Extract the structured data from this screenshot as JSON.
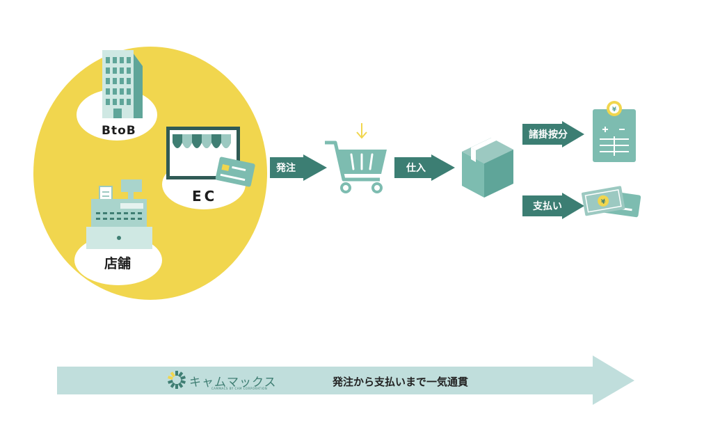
{
  "channels": {
    "btob": "BtoB",
    "ec": "EC",
    "store": "店舗"
  },
  "flow": {
    "order": "発注",
    "purchase": "仕入",
    "accounting": "諸掛按分",
    "payment": "支払い"
  },
  "icons": {
    "building": "building-icon",
    "ec": "laptop-storefront-icon",
    "card": "credit-card-icon",
    "register": "cash-register-icon",
    "cart": "shopping-cart-icon",
    "box": "package-box-icon",
    "calculator": "yen-calculation-sheet-icon",
    "money": "yen-banknote-card-icon"
  },
  "banner": {
    "brand": "キャムマックス",
    "brand_sub": "CAMMACS BY CAM CORPORATION",
    "tagline": "発注から支払いまで一気通貫"
  },
  "colors": {
    "yellow": "#F1D64E",
    "teal": "#7DBCB0",
    "dark_teal": "#3F7E73",
    "arrow": "#3C7E73",
    "banner": "#C0DEDC",
    "cream": "#FFFFFF"
  }
}
